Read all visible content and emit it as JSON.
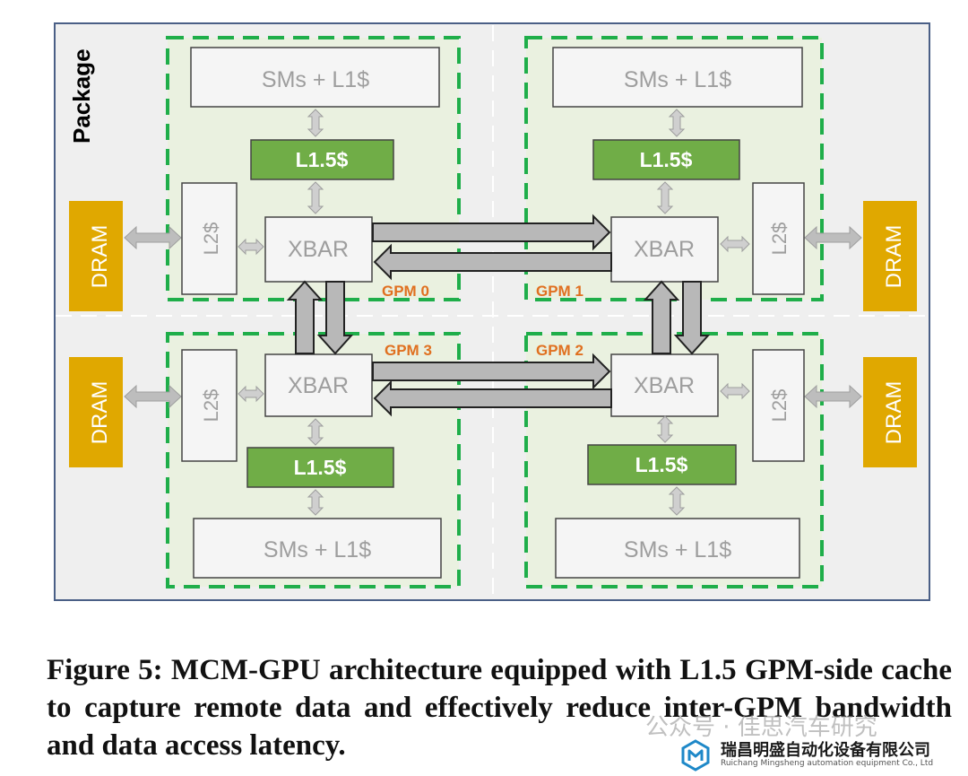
{
  "diagram": {
    "package_label": "Package",
    "sm_label": "SMs + L1$",
    "l15_label": "L1.5$",
    "xbar_label": "XBAR",
    "l2_label": "L2$",
    "dram_label": "DRAM",
    "gpm_labels": [
      "GPM 0",
      "GPM 1",
      "GPM 2",
      "GPM 3"
    ]
  },
  "caption": {
    "text": "Figure 5: MCM-GPU architecture equipped with L1.5 GPM-side cache to capture remote data and effectively reduce inter-GPM bandwidth and data access latency."
  },
  "watermark": {
    "text": "公众号 · 佳思汽车研究"
  },
  "company": {
    "name": "瑞昌明盛自动化设备有限公司",
    "subtitle": "Ruichang Mingsheng automation equipment Co., Ltd"
  },
  "colors": {
    "package_bg": "#efefef",
    "package_border": "#4a5f86",
    "gpm_bg": "#eaf1e0",
    "gpm_border": "#1fae4a",
    "l15_fill": "#70ad47",
    "dram_fill": "#e0a800",
    "block_fill": "#f5f5f5",
    "label_orange": "#e07020",
    "arrow_gray": "#bdbdbd"
  }
}
